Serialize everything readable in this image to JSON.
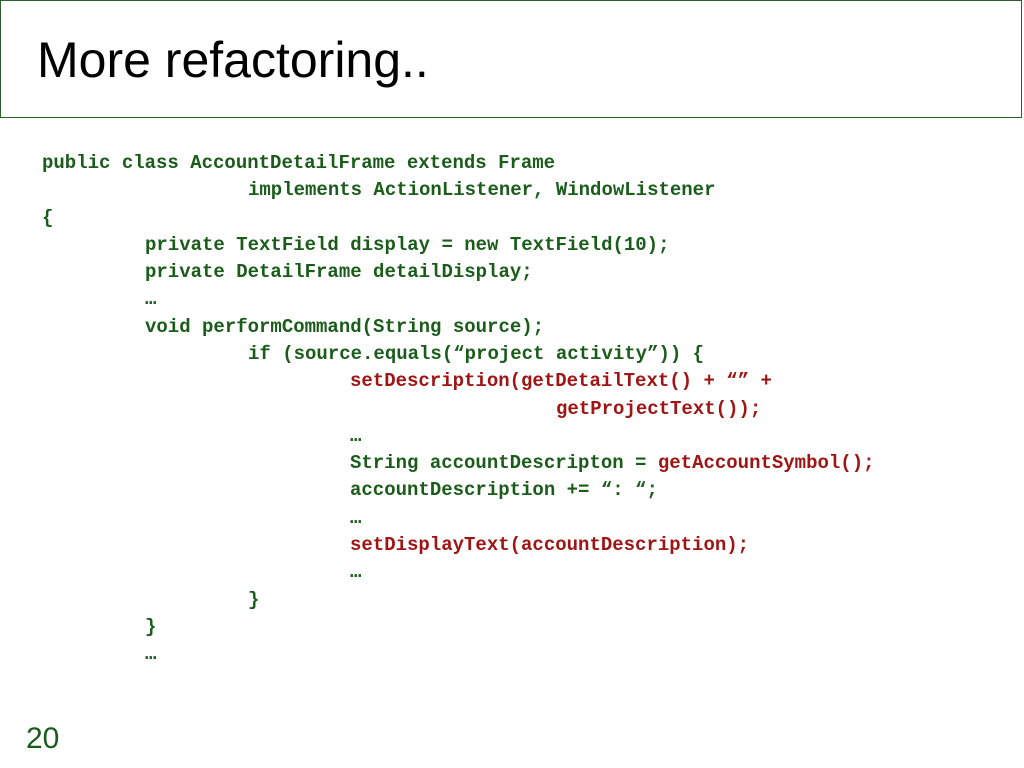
{
  "slide": {
    "title": "More refactoring..",
    "page_number": "20"
  },
  "code_lines": [
    [
      {
        "text": "public class AccountDetailFrame extends Frame"
      }
    ],
    [
      {
        "text": "implements ActionListener, WindowListener"
      }
    ],
    [
      {
        "text": "{"
      }
    ],
    [
      {
        "text": "private TextField display = new TextField(10);"
      }
    ],
    [
      {
        "text": "private DetailFrame detailDisplay;"
      }
    ],
    [
      {
        "text": "…"
      }
    ],
    [
      {
        "text": "void performCommand(String source);"
      }
    ],
    [
      {
        "text": "if (source.equals(“project activity”)) {"
      }
    ],
    [
      {
        "text": "setDescription(getDetailText() + “” +",
        "hl": true
      }
    ],
    [
      {
        "text": "getProjectText());",
        "hl": true
      }
    ],
    [
      {
        "text": "…"
      }
    ],
    [
      {
        "text": "String accountDescripton = "
      },
      {
        "text": "getAccountSymbol();",
        "hl": true
      }
    ],
    [
      {
        "text": "accountDescription += “: “;"
      }
    ],
    [
      {
        "text": "…"
      }
    ],
    [
      {
        "text": "setDisplayText(accountDescription);",
        "hl": true
      }
    ],
    [
      {
        "text": "…"
      }
    ],
    [
      {
        "text": "}"
      }
    ],
    [
      {
        "text": "}"
      }
    ],
    [
      {
        "text": "…"
      }
    ]
  ],
  "colors": {
    "code": "#1a5c1a",
    "highlight": "#a01414",
    "title_border": "#2e5e2e"
  }
}
